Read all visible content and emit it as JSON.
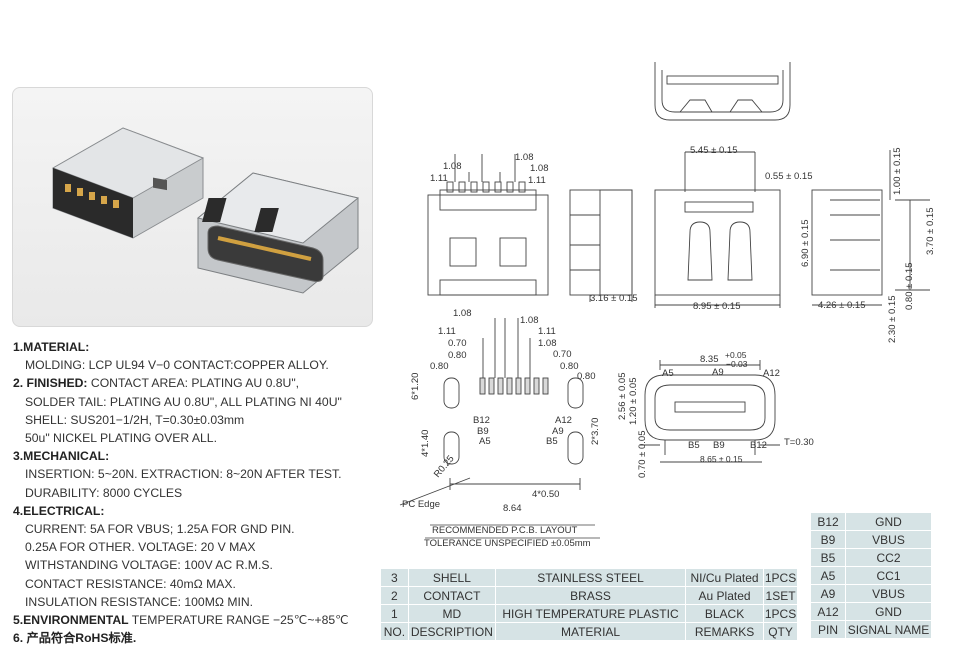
{
  "spec": {
    "material_title": "1.MATERIAL:",
    "material_line": "MOLDING: LCP UL94 V−0    CONTACT:COPPER ALLOY.",
    "finished_title": "2. FINISHED:",
    "finished_line1": "CONTACT AREA: PLATING AU 0.8U\",",
    "finished_line2": "SOLDER TAIL: PLATING AU 0.8U\", ALL PLATING NI 40U\"",
    "finished_line3": "SHELL: SUS201−1/2H, T=0.30±0.03mm",
    "finished_line4": "50u\" NICKEL PLATING OVER ALL.",
    "mechanical_title": "3.MECHANICAL:",
    "mechanical_line1": "INSERTION: 5~20N.  EXTRACTION: 8~20N AFTER TEST.",
    "mechanical_line2": "DURABILITY: 8000 CYCLES",
    "electrical_title": "4.ELECTRICAL:",
    "electrical_line1": "CURRENT: 5A FOR VBUS;   1.25A FOR GND PIN.",
    "electrical_line2": "0.25A FOR OTHER.  VOLTAGE: 20 V MAX",
    "electrical_line3": "WITHSTANDING VOLTAGE: 100V AC R.M.S.",
    "electrical_line4": "CONTACT RESISTANCE: 40mΩ MAX.",
    "electrical_line5": "INSULATION RESISTANCE: 100MΩ MIN.",
    "environmental_title": "5.ENVIRONMENTAL",
    "environmental_line": "TEMPERATURE RANGE −25℃~+85℃",
    "rohs_line": "6. 产品符合RoHS标准."
  },
  "drawing": {
    "top_dims": {
      "d108a": "1.08",
      "d108b": "1.08",
      "d108c": "1.08",
      "d111a": "1.11",
      "d111b": "1.11",
      "d545": "5.45 ± 0.15",
      "d055": "0.55 ± 0.15",
      "d100": "1.00 ± 0.15",
      "d370": "3.70 ± 0.15",
      "d690": "6.90 ± 0.15",
      "d316": "3.16 ± 0.15",
      "d895": "8.95 ± 0.15",
      "d426": "4.26 ± 0.15",
      "d080": "0.80 ± 0.15",
      "d230": "2.30 ± 0.15"
    },
    "pcb_dims": {
      "d108a": "1.08",
      "d108b": "1.08",
      "d111a": "1.11",
      "d111b": "1.11",
      "d070a": "0.70",
      "d070b": "0.70",
      "d080a": "0.80",
      "d080b": "0.80",
      "d080c": "0.80",
      "d080d": "0.80",
      "d612": "6*1.20",
      "d414": "4*1.40",
      "d237": "2*3.70",
      "r025": "R0.25",
      "b12": "B12",
      "b9": "B9",
      "a5": "A5",
      "a12": "A12",
      "a9": "A9",
      "b5": "B5",
      "d450": "4*0.50",
      "d864": "8.64",
      "pc_edge": "PC Edge"
    },
    "pcb_title": "RECOMMENDED  P.C.B. LAYOUT",
    "tolerance": "TOLERANCE UNSPECIFIED ±0.05mm",
    "front_dims": {
      "d835": "8.35",
      "tol_plus": "+0.05",
      "tol_minus": "−0.03",
      "a5": "A5",
      "a9": "A9",
      "a12": "A12",
      "d256": "2.56 ± 0.05",
      "d120": "1.20 ± 0.05",
      "d070": "0.70 ± 0.05",
      "b5": "B5",
      "b9": "B9",
      "b12": "B12",
      "t030": "T=0.30",
      "d865": "8.65 ± 0.15"
    }
  },
  "parts_table": {
    "rows": [
      [
        "3",
        "SHELL",
        "STAINLESS STEEL",
        "NI/Cu Plated",
        "1PCS"
      ],
      [
        "2",
        "CONTACT",
        "BRASS",
        "Au Plated",
        "1SET"
      ],
      [
        "1",
        "MD",
        "HIGH TEMPERATURE PLASTIC",
        "BLACK",
        "1PCS"
      ]
    ],
    "header": [
      "NO.",
      "DESCRIPTION",
      "MATERIAL",
      "REMARKS",
      "QTY"
    ]
  },
  "pin_table": {
    "rows": [
      [
        "B12",
        "GND"
      ],
      [
        "B9",
        "VBUS"
      ],
      [
        "B5",
        "CC2"
      ],
      [
        "A5",
        "CC1"
      ],
      [
        "A9",
        "VBUS"
      ],
      [
        "A12",
        "GND"
      ]
    ],
    "header": [
      "PIN",
      "SIGNAL NAME"
    ]
  }
}
